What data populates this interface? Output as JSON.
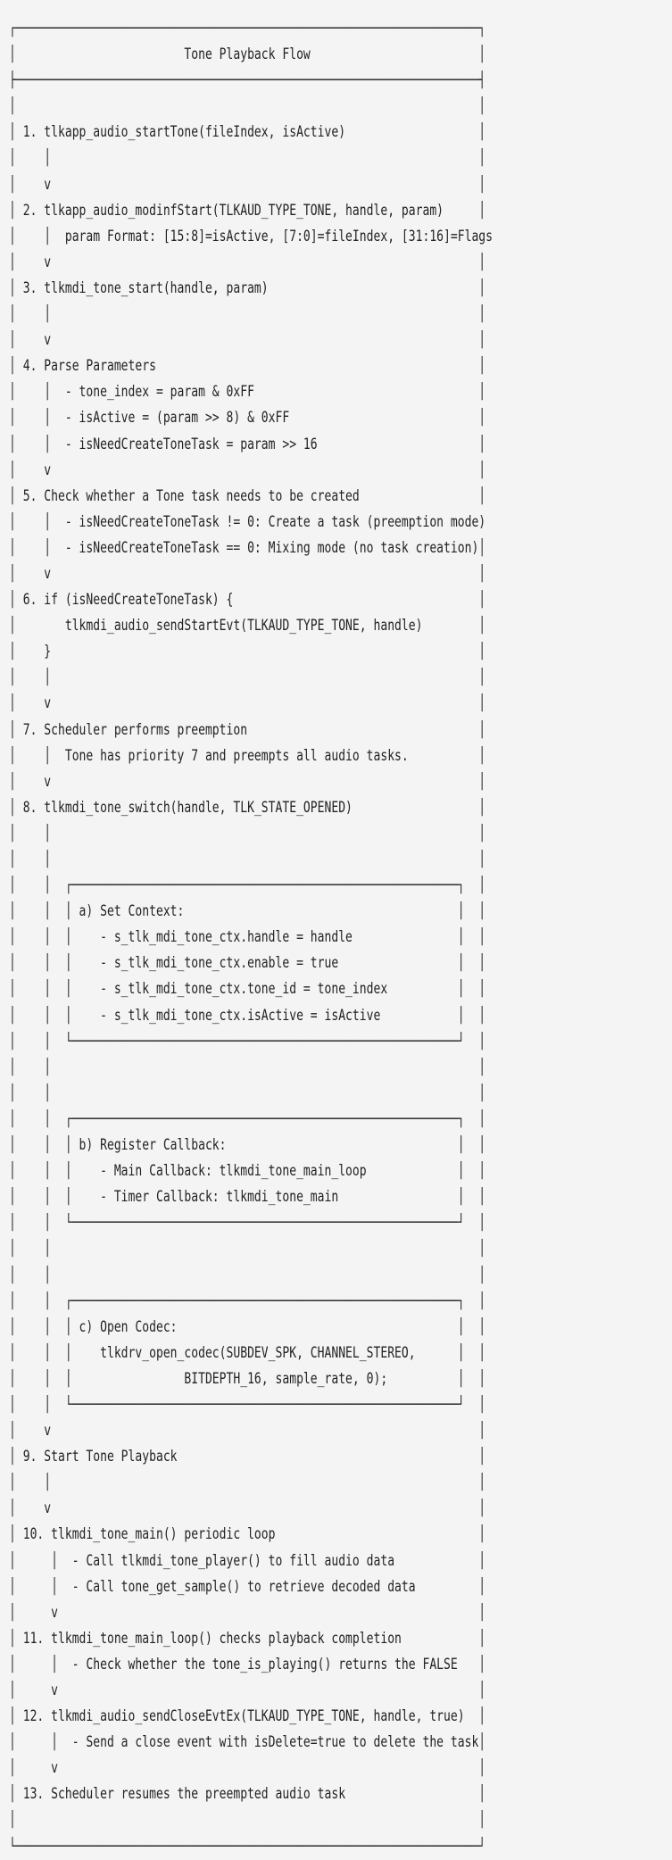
{
  "diagram": {
    "title": "Tone Playback Flow",
    "lines": [
      "┌──────────────────────────────────────────────────────────────────┐",
      "│                        Tone Playback Flow                        │",
      "├──────────────────────────────────────────────────────────────────┤",
      "│                                                                  │",
      "│ 1. tlkapp_audio_startTone(fileIndex, isActive)                   │",
      "│    │                                                             │",
      "│    v                                                             │",
      "│ 2. tlkapp_audio_modinfStart(TLKAUD_TYPE_TONE, handle, param)     │",
      "│    │  param Format: [15:8]=isActive, [7:0]=fileIndex, [31:16]=Flags",
      "│    v                                                             │",
      "│ 3. tlkmdi_tone_start(handle, param)                              │",
      "│    │                                                             │",
      "│    v                                                             │",
      "│ 4. Parse Parameters                                              │",
      "│    │  - tone_index = param & 0xFF                                │",
      "│    │  - isActive = (param >> 8) & 0xFF                           │",
      "│    │  - isNeedCreateToneTask = param >> 16                       │",
      "│    v                                                             │",
      "│ 5. Check whether a Tone task needs to be created                 │",
      "│    │  - isNeedCreateToneTask != 0: Create a task (preemption mode)",
      "│    │  - isNeedCreateToneTask == 0: Mixing mode (no task creation)│",
      "│    v                                                             │",
      "│ 6. if (isNeedCreateToneTask) {                                   │",
      "│       tlkmdi_audio_sendStartEvt(TLKAUD_TYPE_TONE, handle)        │",
      "│    }                                                             │",
      "│    │                                                             │",
      "│    v                                                             │",
      "│ 7. Scheduler performs preemption                                 │",
      "│    │  Tone has priority 7 and preempts all audio tasks.          │",
      "│    v                                                             │",
      "│ 8. tlkmdi_tone_switch(handle, TLK_STATE_OPENED)                  │",
      "│    │                                                             │",
      "│    │                                                             │",
      "│    │  ┌───────────────────────────────────────────────────────┐  │",
      "│    │  │ a) Set Context:                                       │  │",
      "│    │  │    - s_tlk_mdi_tone_ctx.handle = handle               │  │",
      "│    │  │    - s_tlk_mdi_tone_ctx.enable = true                 │  │",
      "│    │  │    - s_tlk_mdi_tone_ctx.tone_id = tone_index          │  │",
      "│    │  │    - s_tlk_mdi_tone_ctx.isActive = isActive           │  │",
      "│    │  └───────────────────────────────────────────────────────┘  │",
      "│    │                                                             │",
      "│    │                                                             │",
      "│    │  ┌───────────────────────────────────────────────────────┐  │",
      "│    │  │ b) Register Callback:                                 │  │",
      "│    │  │    - Main Callback: tlkmdi_tone_main_loop             │  │",
      "│    │  │    - Timer Callback: tlkmdi_tone_main                 │  │",
      "│    │  └───────────────────────────────────────────────────────┘  │",
      "│    │                                                             │",
      "│    │                                                             │",
      "│    │  ┌───────────────────────────────────────────────────────┐  │",
      "│    │  │ c) Open Codec:                                        │  │",
      "│    │  │    tlkdrv_open_codec(SUBDEV_SPK, CHANNEL_STEREO,      │  │",
      "│    │  │                BITDEPTH_16, sample_rate, 0);          │  │",
      "│    │  └───────────────────────────────────────────────────────┘  │",
      "│    v                                                             │",
      "│ 9. Start Tone Playback                                           │",
      "│    │                                                             │",
      "│    v                                                             │",
      "│ 10. tlkmdi_tone_main() periodic loop                             │",
      "│     │  - Call tlkmdi_tone_player() to fill audio data            │",
      "│     │  - Call tone_get_sample() to retrieve decoded data         │",
      "│     v                                                            │",
      "│ 11. tlkmdi_tone_main_loop() checks playback completion           │",
      "│     │  - Check whether the tone_is_playing() returns the FALSE   │",
      "│     v                                                            │",
      "│ 12. tlkmdi_audio_sendCloseEvtEx(TLKAUD_TYPE_TONE, handle, true)  │",
      "│     │  - Send a close event with isDelete=true to delete the task│",
      "│     v                                                            │",
      "│ 13. Scheduler resumes the preempted audio task                   │",
      "│                                                                  │",
      "└──────────────────────────────────────────────────────────────────┘"
    ]
  }
}
